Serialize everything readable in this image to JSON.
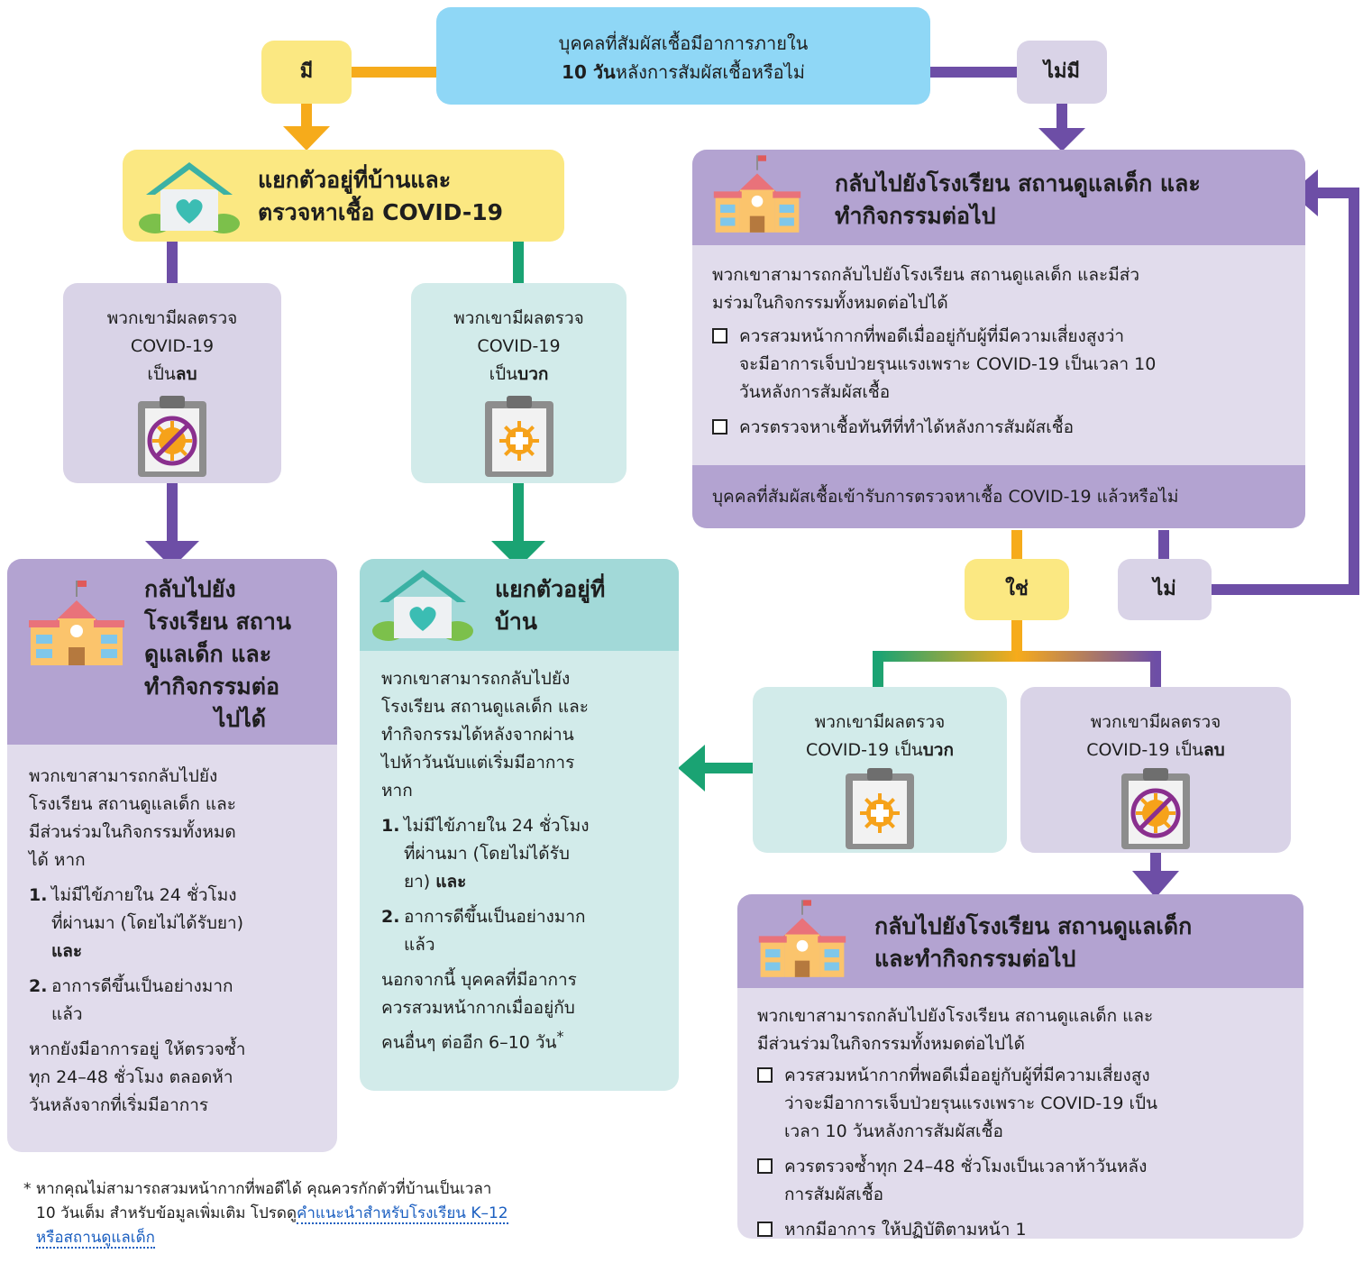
{
  "colors": {
    "yellow": "#fbe882",
    "orange": "#f6ab1b",
    "purple": "#6d4ea6",
    "green": "#1aa373",
    "sky": "#8fd7f6",
    "lavender": "#d9d3e7",
    "mint": "#d2ebea"
  },
  "top_question": {
    "line1": "บุคคลที่สัมผัสเชื้อมีอาการภายใน",
    "line2_bold": "10 วัน",
    "line2_rest": "หลังการสัมผัสเชื้อหรือไม่"
  },
  "label_yes_top": "มี",
  "label_no_top": "ไม่มี",
  "isolate_test": {
    "line1": "แยกตัวอยู่ที่บ้านและ",
    "line2": "ตรวจหาเชื้อ COVID-19"
  },
  "neg_result_left": {
    "line1": "พวกเขามีผลตรวจ",
    "line2": "COVID-19",
    "prefix": "เป็น",
    "bold": "ลบ"
  },
  "pos_result_mid": {
    "line1": "พวกเขามีผลตรวจ",
    "line2": "COVID-19",
    "prefix": "เป็น",
    "bold": "บวก"
  },
  "return_left": {
    "title": [
      "กลับไปยัง",
      "โรงเรียน สถาน",
      "ดูแลเด็ก และ",
      "ทำกิจกรรมต่อ",
      "ไปได้"
    ],
    "intro": [
      "พวกเขาสามารถกลับไปยัง",
      "โรงเรียน สถานดูแลเด็ก และ",
      "มีส่วนร่วมในกิจกรรมทั้งหมด",
      "ได้ หาก"
    ],
    "items": [
      {
        "num": "1.",
        "lines": [
          "ไม่มีไข้ภายใน 24 ชั่วโมง",
          "ที่ผ่านมา (โดยไม่ได้รับยา)"
        ],
        "bold_tail": "และ"
      },
      {
        "num": "2.",
        "lines": [
          "อาการดีขึ้นเป็นอย่างมาก",
          "แล้ว"
        ]
      }
    ],
    "outro": [
      "หากยังมีอาการอยู่ ให้ตรวจซ้ำ",
      "ทุก 24–48 ชั่วโมง ตลอดห้า",
      "วันหลังจากที่เริ่มมีอาการ"
    ]
  },
  "isolate_mid": {
    "title": [
      "แยกตัวอยู่ที่",
      "บ้าน"
    ],
    "intro": [
      "พวกเขาสามารถกลับไปยัง",
      "โรงเรียน สถานดูแลเด็ก และ",
      "ทำกิจกรรมได้หลังจากผ่าน",
      "ไปห้าวันนับแต่เริ่มมีอาการ",
      "หาก"
    ],
    "items": [
      {
        "num": "1.",
        "lines": [
          "ไม่มีไข้ภายใน 24 ชั่วโมง",
          "ที่ผ่านมา (โดยไม่ได้รับ",
          "ยา)"
        ],
        "bold_tail": "และ"
      },
      {
        "num": "2.",
        "lines": [
          "อาการดีขึ้นเป็นอย่างมาก",
          "แล้ว"
        ]
      }
    ],
    "outro": [
      "นอกจากนี้ บุคคลที่มีอาการ",
      "ควรสวมหน้ากากเมื่ออยู่กับ",
      "คนอื่นๆ ต่ออีก 6–10 วัน"
    ],
    "outro_mark": "*"
  },
  "return_top_right": {
    "title": [
      "กลับไปยังโรงเรียน สถานดูแลเด็ก และ",
      "ทำกิจกรรมต่อไป"
    ],
    "intro": [
      "พวกเขาสามารถกลับไปยังโรงเรียน สถานดูแลเด็ก และมีส่ว",
      "มร่วมในกิจกรรมทั้งหมดต่อไปได้"
    ],
    "checks": [
      [
        "ควรสวมหน้ากากที่พอดีเมื่ออยู่กับผู้ที่มีความเสี่ยงสูงว่า",
        "จะมีอาการเจ็บป่วยรุนแรงเพราะ COVID-19 เป็นเวลา 10",
        "วันหลังการสัมผัสเชื้อ"
      ],
      [
        "ควรตรวจหาเชื้อทันทีที่ทำได้หลังการสัมผัสเชื้อ"
      ]
    ],
    "question": "บุคคลที่สัมผัสเชื้อเข้ารับการตรวจหาเชื้อ COVID-19 แล้วหรือไม่"
  },
  "label_yes_right": "ใช่",
  "label_no_right": "ไม่",
  "pos_result_right": {
    "line1": "พวกเขามีผลตรวจ",
    "line2_prefix": "COVID-19 เป็น",
    "bold": "บวก"
  },
  "neg_result_right": {
    "line1": "พวกเขามีผลตรวจ",
    "line2_prefix": "COVID-19 เป็น",
    "bold": "ลบ"
  },
  "return_bottom_right": {
    "title": [
      "กลับไปยังโรงเรียน สถานดูแลเด็ก",
      "และทำกิจกรรมต่อไป"
    ],
    "intro": [
      "พวกเขาสามารถกลับไปยังโรงเรียน สถานดูแลเด็ก และ",
      "มีส่วนร่วมในกิจกรรมทั้งหมดต่อไปได้"
    ],
    "checks": [
      [
        "ควรสวมหน้ากากที่พอดีเมื่ออยู่กับผู้ที่มีความเสี่ยงสูง",
        "ว่าจะมีอาการเจ็บป่วยรุนแรงเพราะ COVID-19 เป็น",
        "เวลา 10 วันหลังการสัมผัสเชื้อ"
      ],
      [
        "ควรตรวจซ้ำทุก 24–48 ชั่วโมงเป็นเวลาห้าวันหลัง",
        "การสัมผัสเชื้อ"
      ],
      [
        "หากมีอาการ ให้ปฏิบัติตามหน้า 1"
      ]
    ]
  },
  "footnote": {
    "mark": "*",
    "line1": "หากคุณไม่สามารถสวมหน้ากากที่พอดีได้ คุณควรกักตัวที่บ้านเป็นเวลา",
    "line2_prefix": "10 วันเต็ม สำหรับข้อมูลเพิ่มเติม โปรดดู",
    "link_line1": "คำแนะนำสำหรับโรงเรียน K–12",
    "link_line2": "หรือสถานดูแลเด็ก"
  }
}
